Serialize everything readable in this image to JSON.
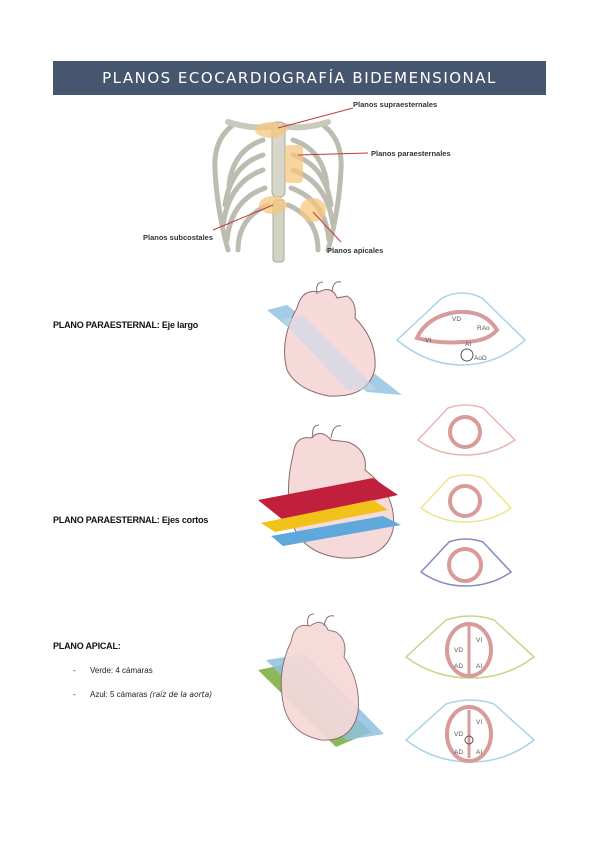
{
  "document": {
    "title": "PLANOS ECOCARDIOGRAFÍA BIDEMENSIONAL"
  },
  "thorax_figure": {
    "labels": {
      "supraesternales": "Planos supraesternales",
      "paraesternales": "Planos paraesternales",
      "subcostales": "Planos subcostales",
      "apicales": "Planos apicales"
    }
  },
  "sections": [
    {
      "label_bold": "PLANO PARAESTERNAL:",
      "label_rest": " Eje largo",
      "chambers": [
        "VD",
        "RAo",
        "VI",
        "AI",
        "AoD"
      ]
    },
    {
      "label_bold": "PLANO PARAESTERNAL:",
      "label_rest": " Ejes cortos"
    },
    {
      "label_bold": "PLANO APICAL:",
      "bullets": [
        {
          "text": "Verde: 4 cámaras",
          "italic": ""
        },
        {
          "text": "Azul: 5 cámaras ",
          "italic": "(raíz de la aorta)"
        }
      ],
      "chambers_top": [
        "VI",
        "VD",
        "AD",
        "AI"
      ],
      "chambers_bottom": [
        "VI",
        "VD",
        "AD",
        "AI"
      ]
    }
  ],
  "colors": {
    "banner": "#47566f",
    "heart": "#f6d9d9",
    "heart_stroke": "#8a6a6a",
    "plane_blue": "#8fbfe0",
    "plane_green": "#7fb04a",
    "plane_red": "#c0203c",
    "plane_yellow": "#f2c21b",
    "sector_blue": "#a8d3e8",
    "sector_pink": "#e9b4b4",
    "sector_yellow": "#eee48a",
    "sector_purple": "#8787c0",
    "sector_green": "#c5d68a",
    "myocardium": "#d99a9a"
  }
}
